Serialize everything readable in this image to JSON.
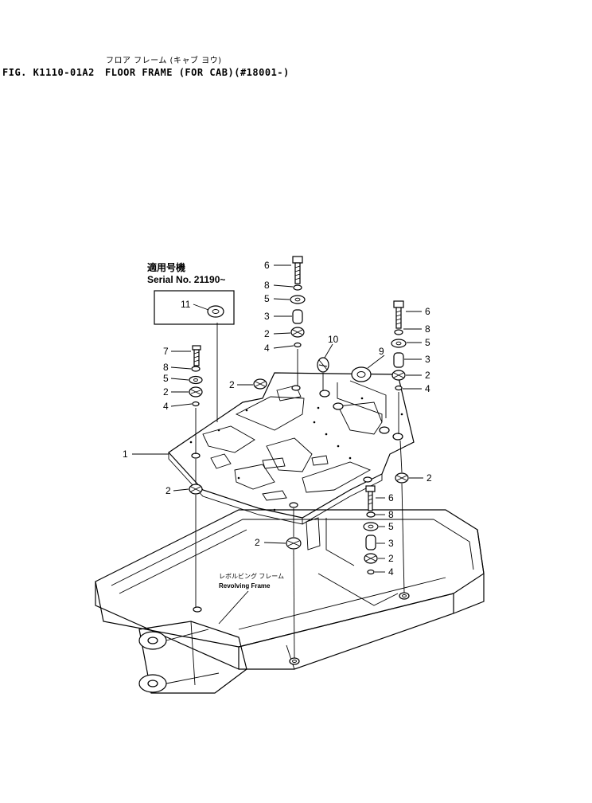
{
  "header": {
    "figure_id": "FIG. K1110-01A2",
    "title": "FLOOR FRAME (FOR CAB)(#18001-)",
    "title_jp": "フロア フレーム (キャブ ヨウ)"
  },
  "notes": {
    "serial_jp": "適用号機",
    "serial": "Serial  No. 21190~",
    "revolving_jp": "レボルビング フレーム",
    "revolving": "Revolving Frame"
  },
  "callouts": {
    "c1": "1",
    "c2a": "2",
    "c2b": "2",
    "c2c": "2",
    "c2d": "2",
    "c2e": "2",
    "c2f": "2",
    "c2g": "2",
    "c2h": "2",
    "c3a": "3",
    "c3b": "3",
    "c3c": "3",
    "c4a": "4",
    "c4b": "4",
    "c4c": "4",
    "c4d": "4",
    "c5a": "5",
    "c5b": "5",
    "c5c": "5",
    "c5d": "5",
    "c6a": "6",
    "c6b": "6",
    "c6c": "6",
    "c7": "7",
    "c8a": "8",
    "c8b": "8",
    "c8c": "8",
    "c8d": "8",
    "c9": "9",
    "c10": "10",
    "c11": "11"
  }
}
